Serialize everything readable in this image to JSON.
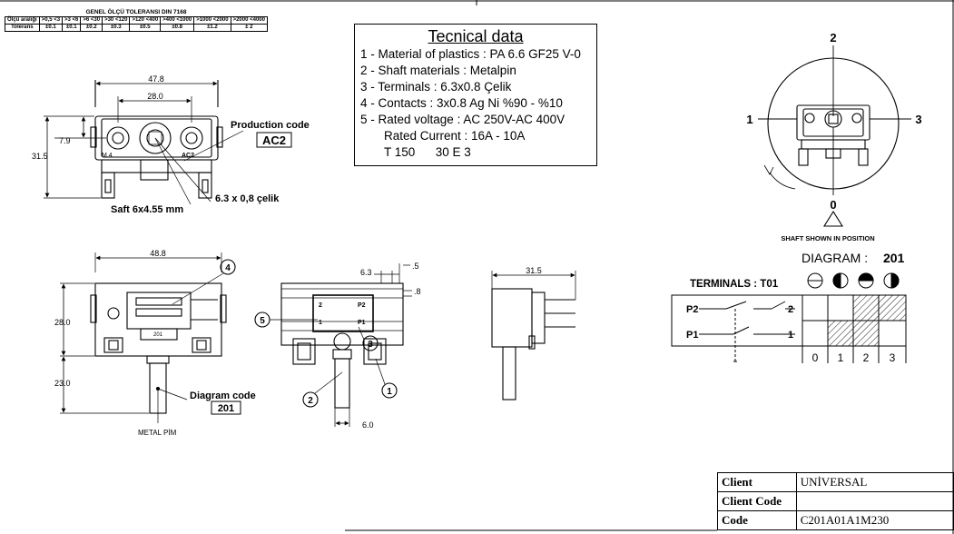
{
  "tolerance_table": {
    "title": "GENEL ÖLÇÜ TOLERANSI    DIN 7168",
    "row1_label": "Ölçü aralığı",
    "ranges": [
      ">0,5 <3",
      ">3 <6",
      ">6 <30",
      ">30 <120",
      ">120 <400",
      ">400 <1000",
      ">1000 <2000",
      ">2000 <4000"
    ],
    "row2_label": "Tolerans",
    "tolerances": [
      "±0.1",
      "±0.1",
      "±0.2",
      "±0.3",
      "±0.5",
      "±0.8",
      "±1.2",
      "± 2"
    ]
  },
  "tech_data": {
    "title": "Tecnical data",
    "lines": [
      "1 - Material of plastics : PA 6.6 GF25 V-0",
      "2 - Shaft materials : Metalpin",
      "3 - Terminals : 6.3x0.8 Çelik",
      "4 - Contacts : 3x0.8 Ag Ni %90 - %10",
      "5 - Rated voltage : AC 250V-AC 400V"
    ],
    "current": "Rated Current : 16A - 10A",
    "code_line": "T 150      30 E 3"
  },
  "top_view": {
    "dim_overall": "47.8",
    "dim_holes": "28.0",
    "dim_left": "7.9",
    "dim_height": "31.5",
    "hole_label_left": "M.4",
    "hole_label_right": "AC2",
    "production_code_label": "Production code",
    "production_code": "AC2",
    "shaft_label": "Saft 6x4.55 mm",
    "terminal_label": "6.3 x 0,8 çelik"
  },
  "front_view": {
    "dim_width": "48.8",
    "dim_height": "28.0",
    "dim_shaft": "23.0",
    "diagram_code_label": "Diagram code",
    "diagram_code": "201",
    "metal_pin": "METAL PİM",
    "balloon_4": "4",
    "body_number": "201"
  },
  "side_view": {
    "dim_terminal": "6.3",
    "dim_t1": ".5",
    "dim_t2": ".8",
    "dim_shaft": "6.0",
    "balloons": [
      "1",
      "2",
      "3",
      "5"
    ],
    "label_p2": "P2",
    "label_p1": "P1",
    "label_2": "2",
    "label_1": "1"
  },
  "profile_view": {
    "dim_depth": "31.5"
  },
  "position_view": {
    "pos_top": "2",
    "pos_left": "1",
    "pos_right": "3",
    "pos_bottom": "0",
    "note": "SHAFT SHOWN IN POSITION"
  },
  "wiring": {
    "diagram_label": "DIAGRAM :",
    "diagram_number": "201",
    "terminals_label": "TERMINALS : T01",
    "rows": [
      {
        "left": "P2",
        "right": "2",
        "states": [
          false,
          false,
          true,
          true
        ]
      },
      {
        "left": "P1",
        "right": "1",
        "states": [
          false,
          true,
          true,
          false
        ]
      }
    ],
    "positions": [
      "0",
      "1",
      "2",
      "3"
    ],
    "accent_hatch": "#000000"
  },
  "client_box": {
    "rows": [
      {
        "label": "Client",
        "value": "UNİVERSAL"
      },
      {
        "label": "Client Code",
        "value": ""
      },
      {
        "label": "Code",
        "value": "C201A01A1M230"
      }
    ]
  }
}
